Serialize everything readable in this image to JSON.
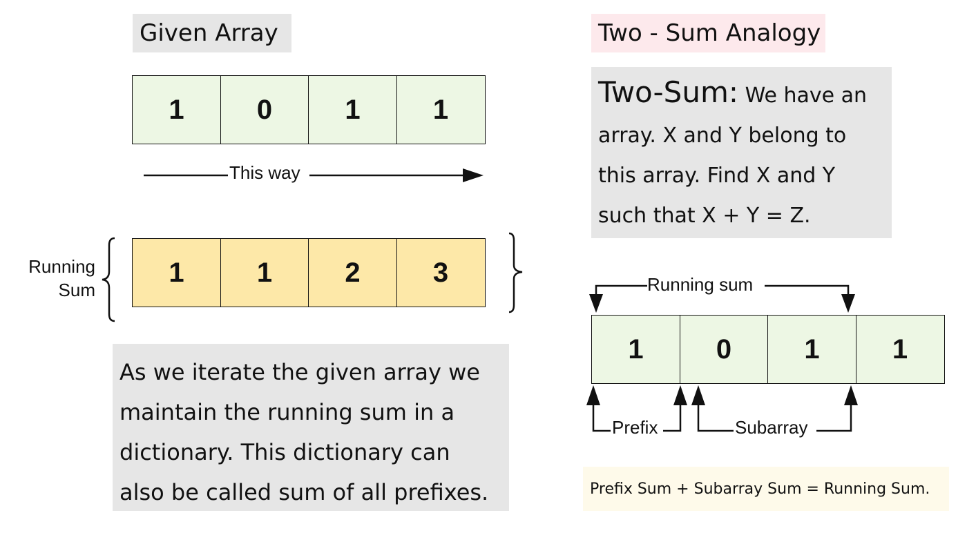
{
  "given_array": {
    "title": "Given Array",
    "values": [
      "1",
      "0",
      "1",
      "1"
    ],
    "direction_label": "This way"
  },
  "running_sum_array": {
    "label_line1": "Running",
    "label_line2": "Sum",
    "values": [
      "1",
      "1",
      "2",
      "3"
    ]
  },
  "explanation": {
    "line1": "As we iterate the given array we",
    "line2": "maintain the running sum in a",
    "line3": "dictionary. This dictionary can",
    "line4": "also be called sum of all prefixes."
  },
  "analogy": {
    "title": "Two - Sum Analogy",
    "heading": "Two-Sum:",
    "line1_rest": " We have an",
    "line2": "array. X and Y belong to",
    "line3": "this array. Find X and Y",
    "line4": "such that X + Y = Z."
  },
  "decomposition": {
    "values": [
      "1",
      "0",
      "1",
      "1"
    ],
    "running_sum_label": "Running sum",
    "prefix_label": "Prefix",
    "subarray_label": "Subarray",
    "equation": "Prefix Sum + Subarray Sum = Running Sum."
  }
}
